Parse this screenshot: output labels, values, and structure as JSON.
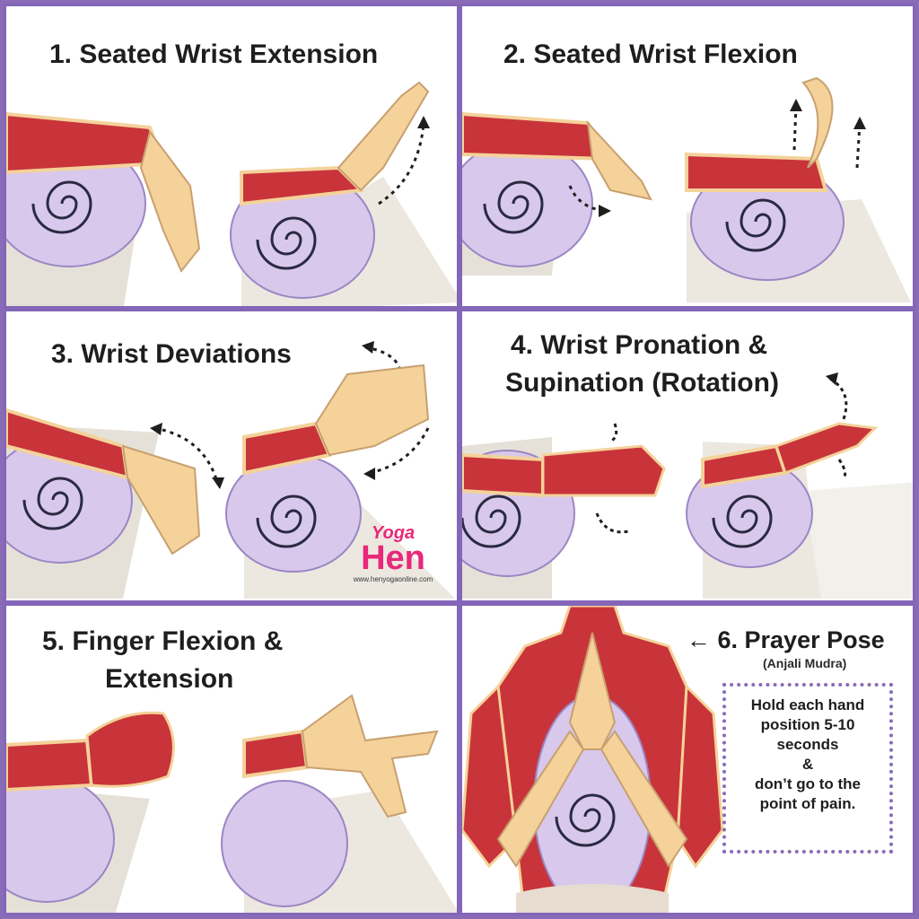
{
  "panels": [
    {
      "title": "1. Seated Wrist Extension"
    },
    {
      "title": "2. Seated Wrist Flexion"
    },
    {
      "title": "3. Wrist Deviations"
    },
    {
      "title_line1": "4. Wrist Pronation &",
      "title_line2": "Supination (Rotation)"
    },
    {
      "title_line1": "5. Finger Flexion &",
      "title_line2": "Extension"
    },
    {
      "title": "← 6. Prayer Pose",
      "subtitle": "(Anjali Mudra)"
    }
  ],
  "note": {
    "lines": [
      "Hold each hand",
      "position 5-10",
      "seconds",
      "&",
      "don’t go to the",
      "point of pain."
    ]
  },
  "logo": {
    "top": "Yoga",
    "main": "Hen",
    "url": "www.henyogaonline.com"
  },
  "colors": {
    "frame": "#8466b8",
    "muscle": "#c8343a",
    "skin": "#f4d29a",
    "towel": "#d8c8ec",
    "towel_line": "#2a2a40",
    "table": "#ece8e0",
    "logo": "#e8287a"
  }
}
